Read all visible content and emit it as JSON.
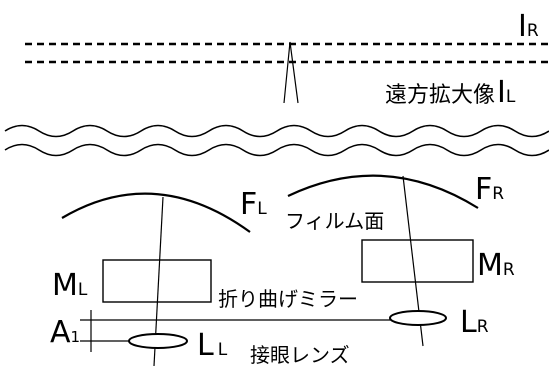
{
  "labels": {
    "image_right": "I",
    "image_right_sub": "R",
    "far_image": "遠方拡大像",
    "image_left": "I",
    "image_left_sub": "L",
    "film_left": "F",
    "film_left_sub": "L",
    "film_right": "F",
    "film_right_sub": "R",
    "film_surface": "フィルム面",
    "mirror_left": "M",
    "mirror_left_sub": "L",
    "mirror_right": "M",
    "mirror_right_sub": "R",
    "folding_mirror": "折り曲げミラー",
    "lens_right": "L",
    "lens_right_sub": "R",
    "axis_gap": "A",
    "axis_gap_sub": "1",
    "lens_left": "L",
    "lens_left_sub": "L",
    "eyepiece": "接眼レンズ"
  }
}
